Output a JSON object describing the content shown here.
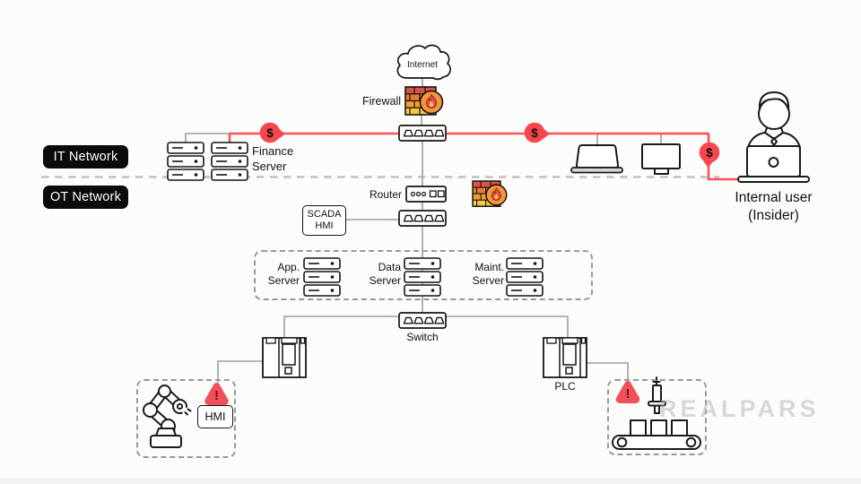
{
  "labels": {
    "internet": "Internet",
    "firewall": "Firewall",
    "it_network": "IT Network",
    "ot_network": "OT Network",
    "finance_server": "Finance Server",
    "router": "Router",
    "scada_hmi": "SCADA HMI",
    "app_server": "App. Server",
    "data_server": "Data Server",
    "maint_server": "Maint. Server",
    "switch": "Switch",
    "plc": "PLC",
    "hmi": "HMI",
    "internal_user": "Internal user",
    "insider": "(Insider)",
    "watermark": "REALPARS"
  },
  "glyphs": {
    "dollar": "$",
    "warning": "!"
  },
  "colors": {
    "attack_path": "#f8535b",
    "badge_red": "#f9464f",
    "warning_triangle": "#f0505a",
    "chip_bg": "#0b0b0b",
    "line_gray": "#9aa0a4",
    "fire_circle": "#f6953f",
    "brick_rows": [
      "#dd5246",
      "#ea7a33",
      "#f29d33",
      "#f6c843"
    ]
  }
}
